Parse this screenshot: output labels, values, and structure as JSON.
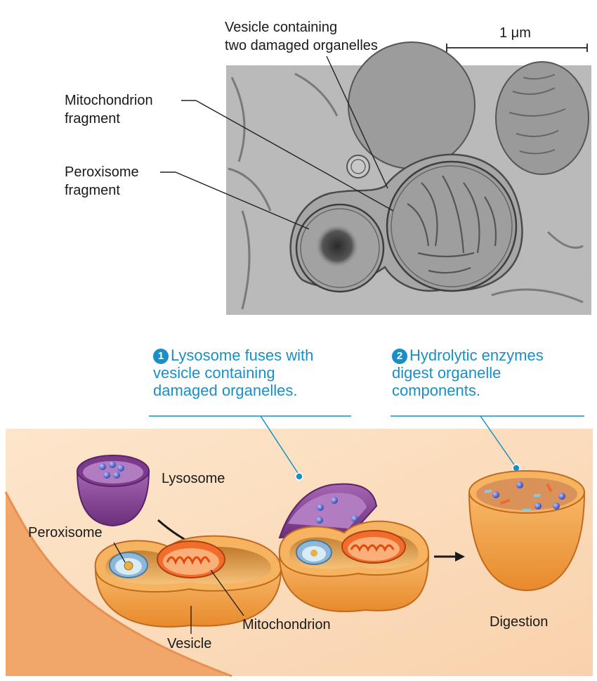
{
  "micrograph": {
    "scale_bar": "1 μm",
    "labels": {
      "vesicle_line1": "Vesicle containing",
      "vesicle_line2": "two damaged organelles",
      "mito_line1": "Mitochondrion",
      "mito_line2": "fragment",
      "perox_line1": "Peroxisome",
      "perox_line2": "fragment"
    }
  },
  "steps": [
    {
      "number": "1",
      "line1": "Lysosome fuses with",
      "line2": "vesicle containing",
      "line3": "damaged organelles."
    },
    {
      "number": "2",
      "line1": "Hydrolytic enzymes",
      "line2": "digest organelle",
      "line3": "components."
    }
  ],
  "diagram": {
    "lysosome": "Lysosome",
    "peroxisome": "Peroxisome",
    "mitochondrion": "Mitochondrion",
    "vesicle": "Vesicle",
    "digestion": "Digestion"
  },
  "colors": {
    "accent": "#1a8fc4",
    "panel_bg": "#fbe0c4",
    "lysosome": "#8a4a9a",
    "vesicle": "#f0a54a",
    "mitochondrion": "#f06a2a",
    "enzyme": "#4a5cc0"
  }
}
